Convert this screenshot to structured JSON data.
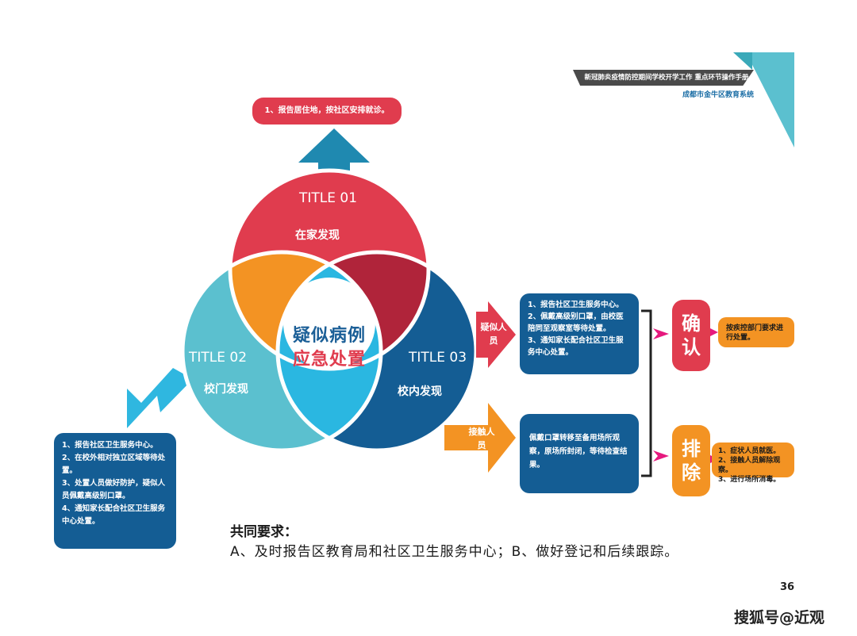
{
  "header": {
    "title": "新冠肺炎疫情防控期间学校开学工作 重点环节操作手册",
    "subtitle": "成都市金牛区教育系统"
  },
  "center": {
    "line1": "疑似病例",
    "line2": "应急处置"
  },
  "petals": [
    {
      "title": "TITLE 01",
      "label": "在家发现"
    },
    {
      "title": "TITLE 02",
      "label": "校门发现"
    },
    {
      "title": "TITLE 03",
      "label": "校内发现"
    }
  ],
  "home_action": "1、报告居住地，按社区安排就诊。",
  "gate_action": "1、报告社区卫生服务中心。\n2、在校外相对独立区域等待处置。\n3、处置人员做好防护，疑似人员佩戴高级别口罩。\n4、通知家长配合社区卫生服务中心处置。",
  "branches": [
    {
      "label": "疑似人员",
      "text": "1、报告社区卫生服务中心。\n2、佩戴高级别口罩，由校医陪同至观察室等待处置。\n3、通知家长配合社区卫生服务中心处置。"
    },
    {
      "label": "接触人员",
      "text": "佩戴口罩转移至备用场所观察，原场所封闭，等待检查结果。"
    }
  ],
  "outcomes": [
    {
      "tag": "确认",
      "text": "按疾控部门要求进行处置。"
    },
    {
      "tag": "排除",
      "text": "1、症状人员就医。\n2、接触人员解除观察。\n3、进行场所消毒。"
    }
  ],
  "common": {
    "heading": "共同要求：",
    "text": "A、及时报告区教育局和社区卫生服务中心；B、做好登记和后续跟踪。"
  },
  "page_number": "36",
  "watermark": "搜狐号@近观",
  "colors": {
    "red": "#e03c4e",
    "teal": "#5bc0cf",
    "blue": "#145d94",
    "orange": "#f39323",
    "dark_red": "#b0243a",
    "light_blue": "#2ab7e1",
    "magenta": "#e6197e"
  }
}
